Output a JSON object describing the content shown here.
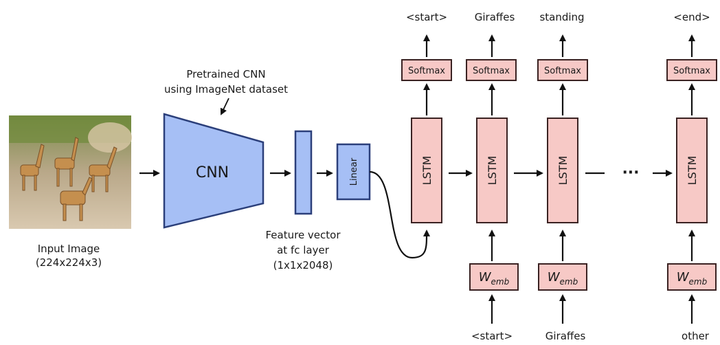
{
  "input_image": {
    "caption_line1": "Input Image",
    "caption_line2": "(224x224x3)"
  },
  "cnn": {
    "label": "CNN",
    "note_line1": "Pretrained CNN",
    "note_line2": "using ImageNet dataset"
  },
  "feature": {
    "line1": "Feature vector",
    "line2": "at fc layer",
    "line3": "(1x1x2048)"
  },
  "linear": {
    "label": "Linear"
  },
  "lstm_label": "LSTM",
  "softmax_label": "Softmax",
  "wemb": {
    "main": "W",
    "sub": "emb"
  },
  "outputs": [
    "<start>",
    "Giraffes",
    "standing",
    "<end>"
  ],
  "inputs": [
    "<start>",
    "Giraffes",
    "other"
  ],
  "ellipsis": "- - -",
  "colors": {
    "cnn_fill": "#a6bff5",
    "cnn_stroke": "#2b3f7a",
    "lstm_fill": "#f7c9c6",
    "lstm_stroke": "#3a2222",
    "arrow": "#111111"
  }
}
